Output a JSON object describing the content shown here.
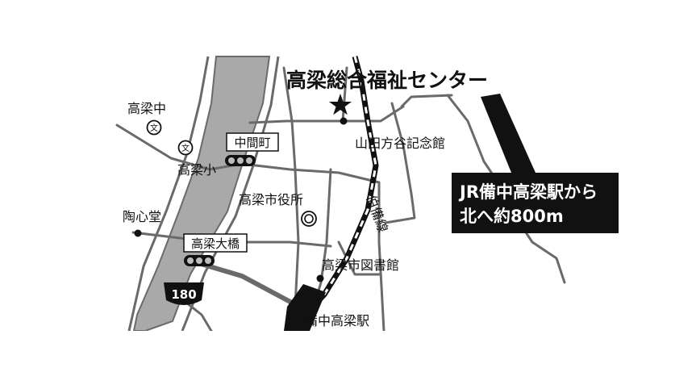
{
  "title": "高梁総合福祉センター",
  "callout": {
    "line1": "JR備中高梁駅から",
    "line2": "北へ約800m"
  },
  "labels": {
    "takahashi_junior_high": "高梁中",
    "takahashi_elementary": "高梁小",
    "toshindo": "陶心堂",
    "city_hall": "高梁市役所",
    "yamada_hokoku_memorial": "山田方谷記念館",
    "city_library": "高梁市図書館",
    "bitchu_takahashi_station": "備中高梁駅",
    "hakubi_line": "伯備線"
  },
  "signals": {
    "nakamachi": "中間町",
    "takahashi_ohashi": "高梁大橋"
  },
  "route_shield": "180",
  "colors": {
    "river": "#a9a9a9",
    "road": "#6a6a6a",
    "ink": "#111111",
    "callout_bg": "#111111",
    "callout_text": "#ffffff"
  },
  "icons": {
    "school": "school-map-symbol-icon",
    "city_hall": "city-hall-map-symbol-icon",
    "destination": "star-icon",
    "traffic_signal": "traffic-signal-icon",
    "route_shield": "national-route-shield-icon"
  }
}
